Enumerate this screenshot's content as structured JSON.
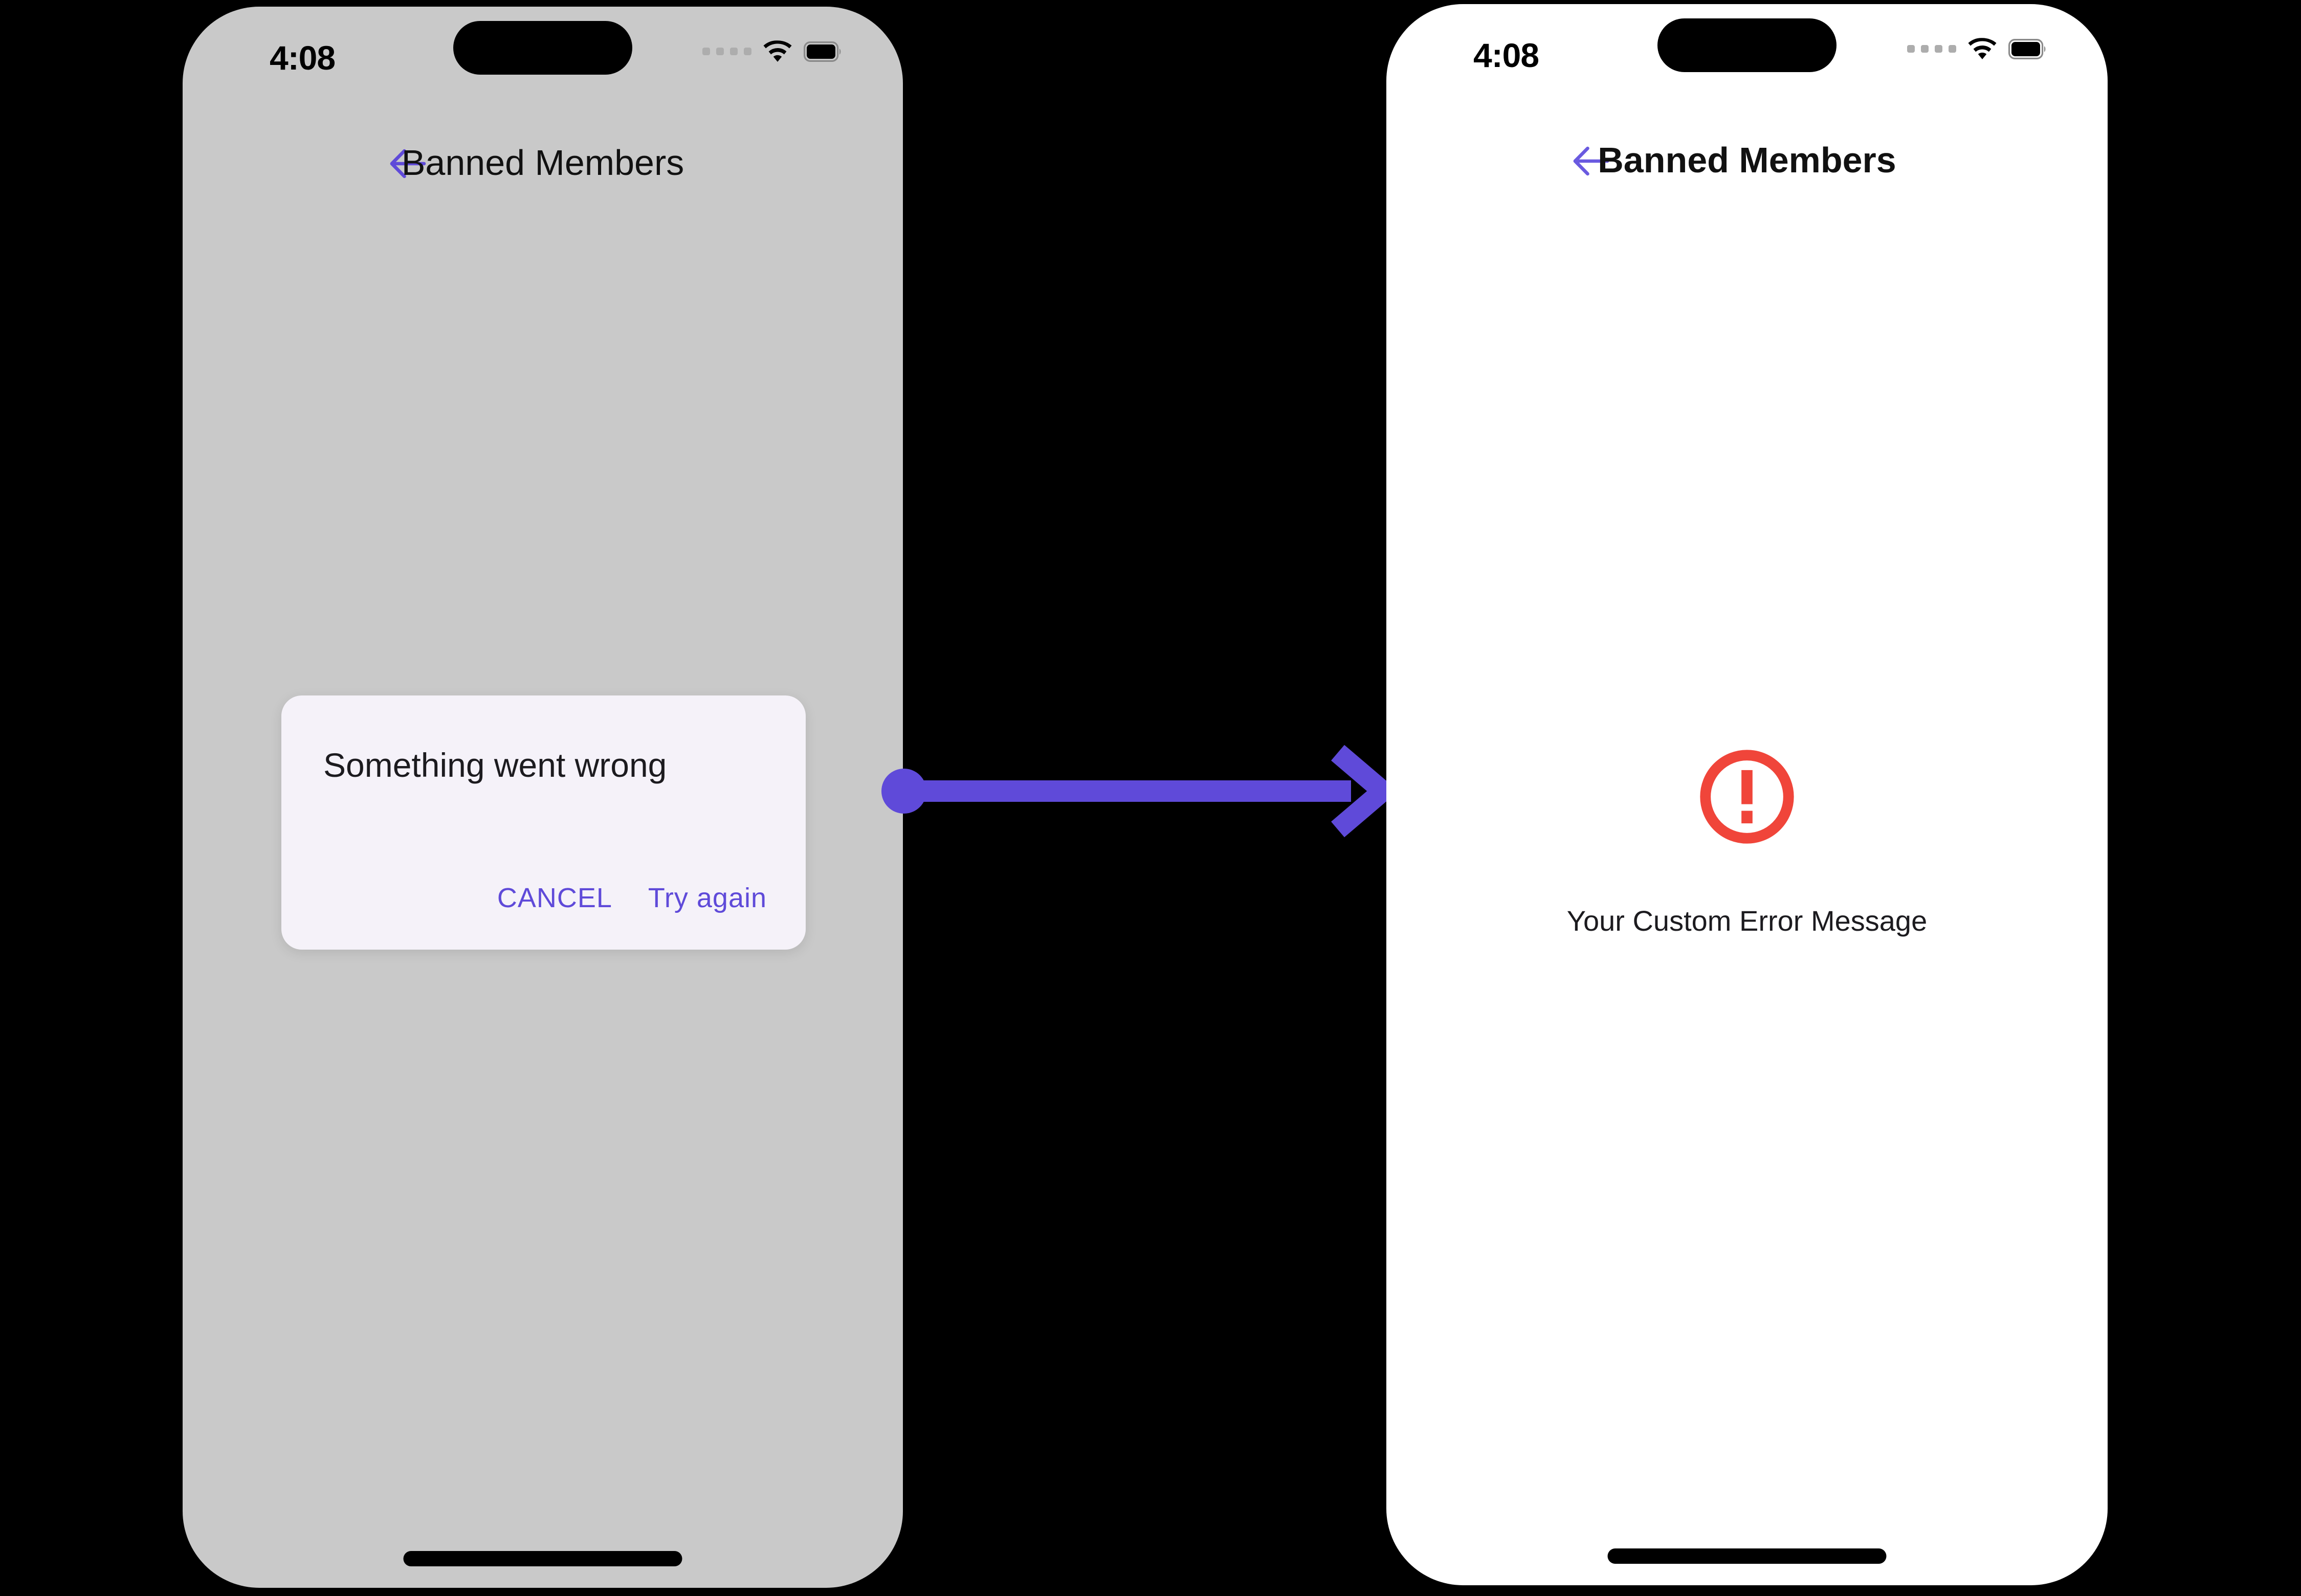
{
  "canvas": {
    "background": "#000000",
    "accent_purple": "#5f4ad9",
    "error_red": "#f0453a"
  },
  "connector": {
    "name": "flow-arrow",
    "direction": "left-to-right",
    "color": "#5f4ad9",
    "start_marker": "dot",
    "end_marker": "chevron-arrowhead"
  },
  "screens": [
    {
      "id": "before",
      "background": "#c9c9c9",
      "status_bar": {
        "time": "4:08",
        "signal_icon": "cellular-signal-icon",
        "wifi_icon": "wifi-icon",
        "battery_icon": "battery-full-icon"
      },
      "nav": {
        "back_icon": "back-arrow-icon",
        "title": "Banned Members"
      },
      "dialog": {
        "title": "Something went wrong",
        "cancel_label": "CANCEL",
        "retry_label": "Try again",
        "background": "#f5f2f9",
        "action_color": "#5f4ad9"
      },
      "home_indicator": "home-indicator"
    },
    {
      "id": "after",
      "background": "#ffffff",
      "status_bar": {
        "time": "4:08",
        "signal_icon": "cellular-signal-icon",
        "wifi_icon": "wifi-icon",
        "battery_icon": "battery-full-icon"
      },
      "nav": {
        "back_icon": "back-arrow-icon",
        "title": "Banned Members"
      },
      "error_state": {
        "icon": "error-exclamation-circle-icon",
        "icon_color": "#f0453a",
        "message": "Your Custom Error Message"
      },
      "home_indicator": "home-indicator"
    }
  ]
}
